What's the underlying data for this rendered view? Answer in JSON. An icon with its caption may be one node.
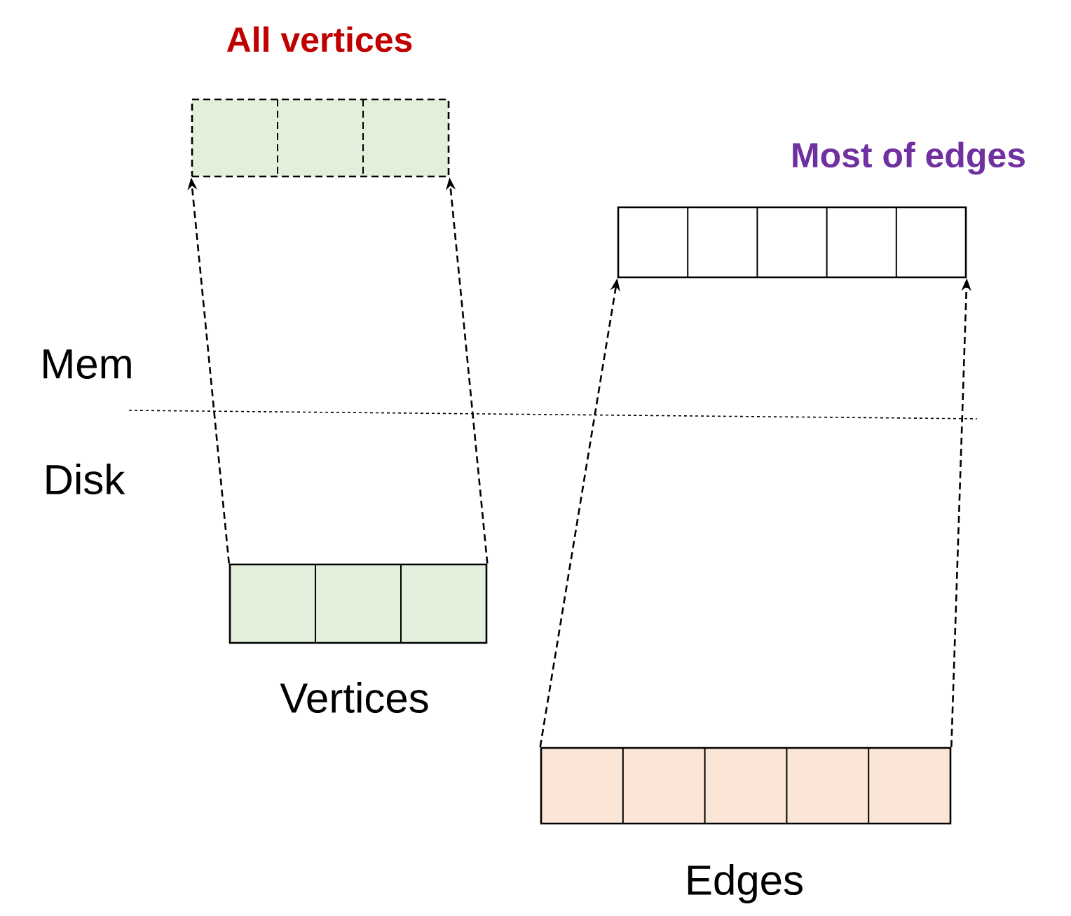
{
  "diagram": {
    "nodes": [
      {
        "text": [
          "All vertices"
        ]
      },
      {
        "text": [
          "Most of edges"
        ]
      },
      {
        "text": [
          "Vertices"
        ]
      },
      {
        "text": [
          "Edges"
        ]
      }
    ],
    "edges": [
      {
        "from": 2,
        "to": 0,
        "arrow": "to",
        "style": "dashed"
      },
      {
        "from": 2,
        "to": 0,
        "arrow": "to",
        "style": "dashed"
      },
      {
        "from": 3,
        "to": 1,
        "arrow": "to",
        "style": "dashed"
      },
      {
        "from": 3,
        "to": 1,
        "arrow": "to",
        "style": "dashed"
      }
    ],
    "labels": [
      "Mem",
      "Disk"
    ]
  }
}
